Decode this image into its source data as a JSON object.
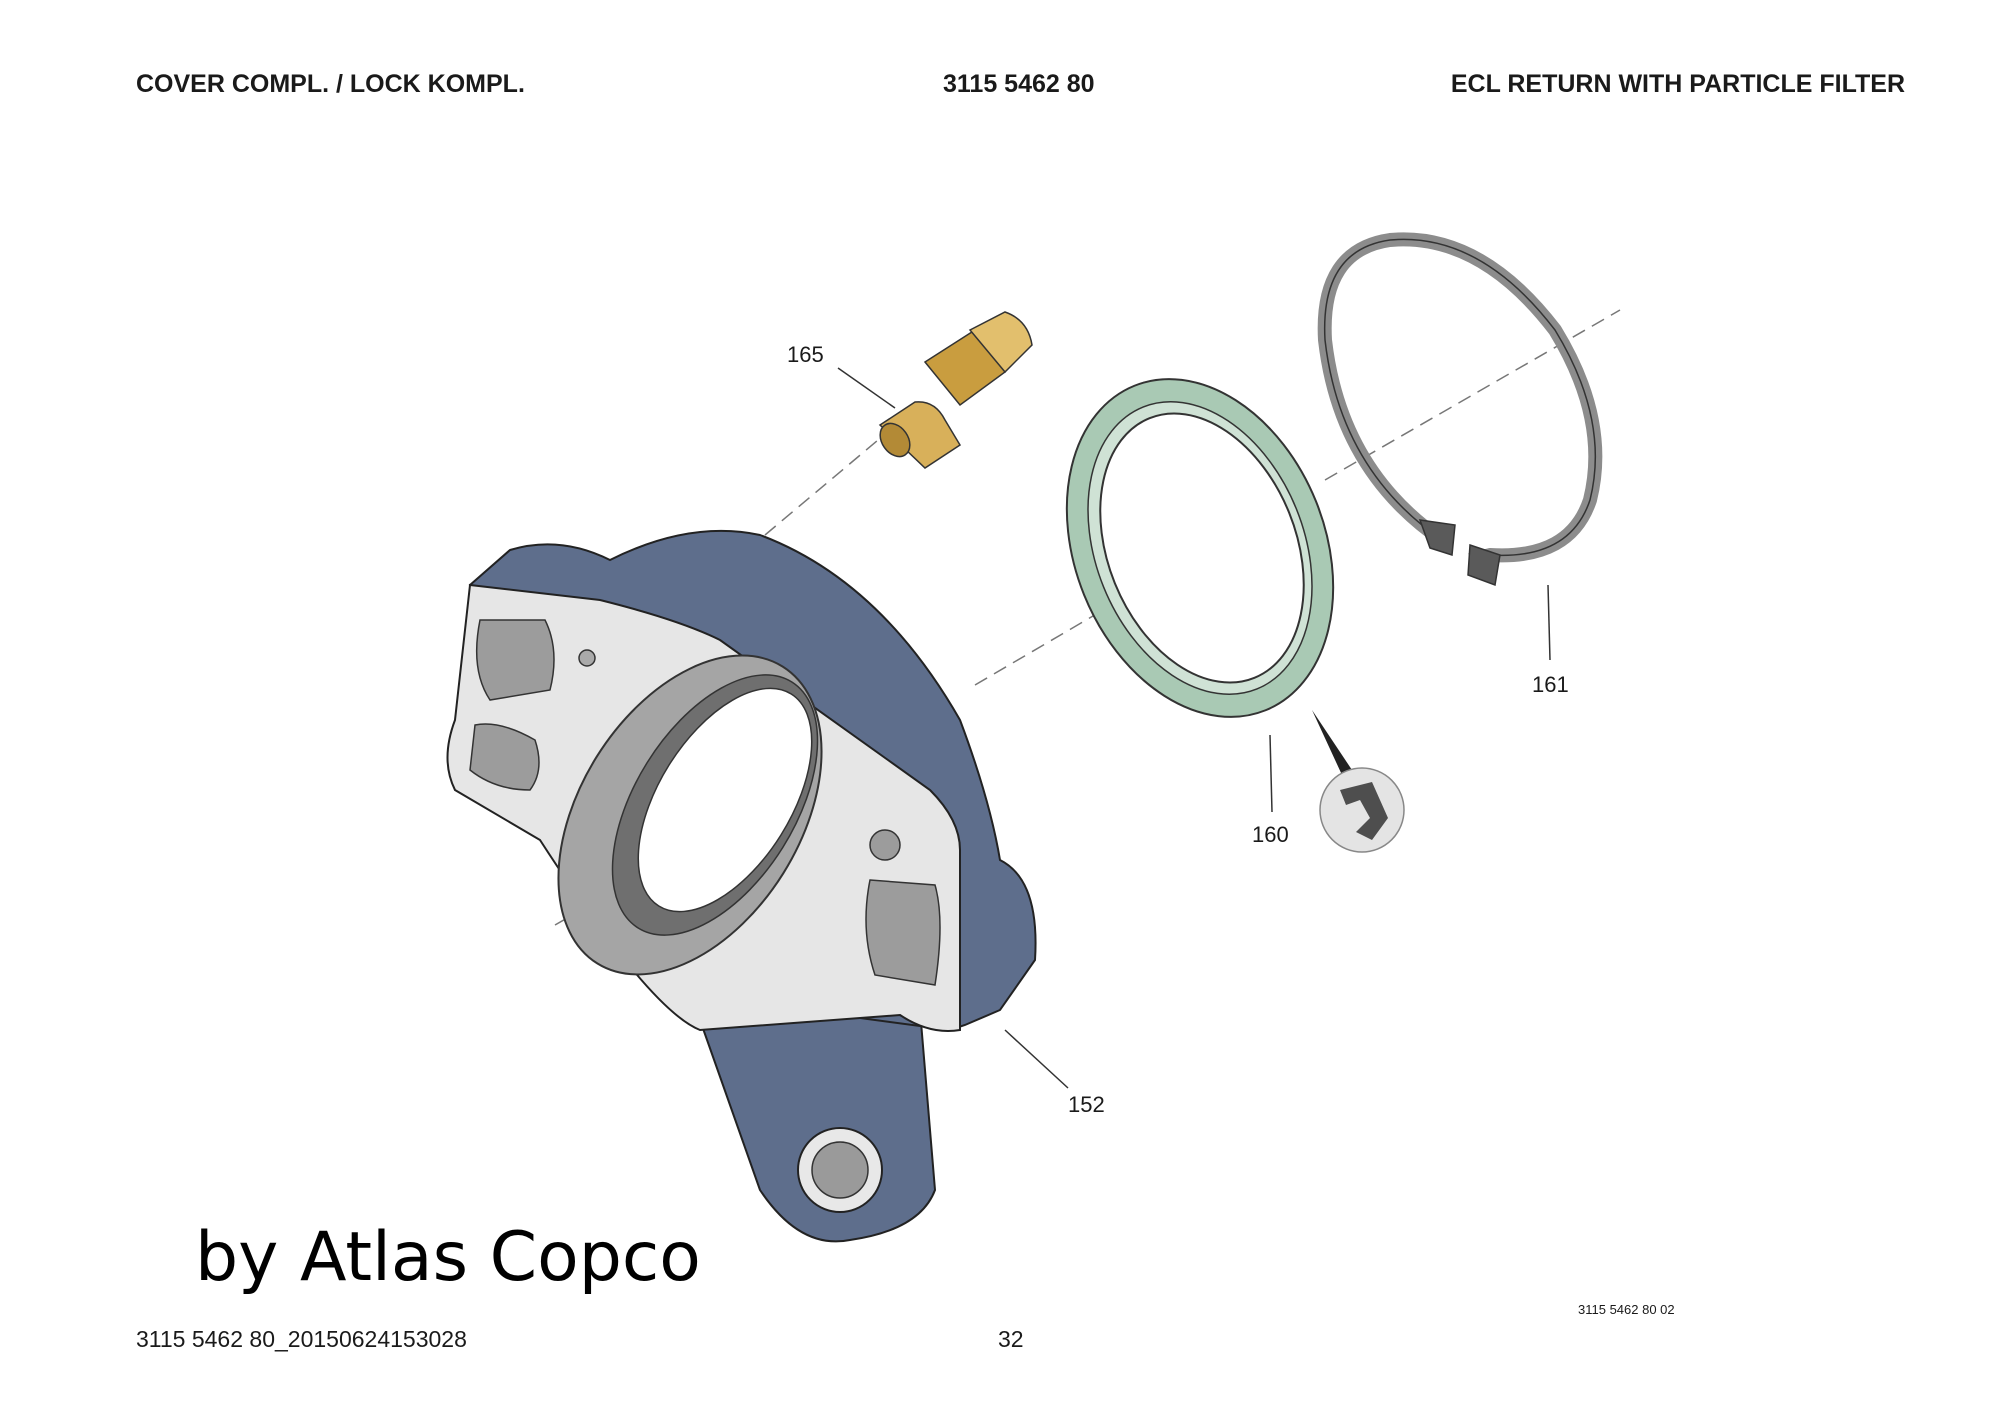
{
  "header": {
    "title_left": "COVER COMPL. / LOCK KOMPL.",
    "part_number": "3115 5462 80",
    "title_right": "ECL RETURN WITH PARTICLE FILTER"
  },
  "diagram": {
    "callouts": [
      "165",
      "160",
      "161",
      "152"
    ],
    "parts": [
      {
        "id": "152",
        "name": "cover housing",
        "color": "#5e6e8c"
      },
      {
        "id": "160",
        "name": "seal ring",
        "color": "#a9c9b4"
      },
      {
        "id": "161",
        "name": "retaining ring",
        "color": "#8c8c8c"
      },
      {
        "id": "165",
        "name": "nipple fitting",
        "color": "#d8b05a"
      }
    ]
  },
  "watermark": "by Atlas Copco",
  "footer": {
    "file_id": "3115 5462 80_20150624153028",
    "page_number": "32",
    "drawing_ref": "3115 5462 80 02"
  }
}
